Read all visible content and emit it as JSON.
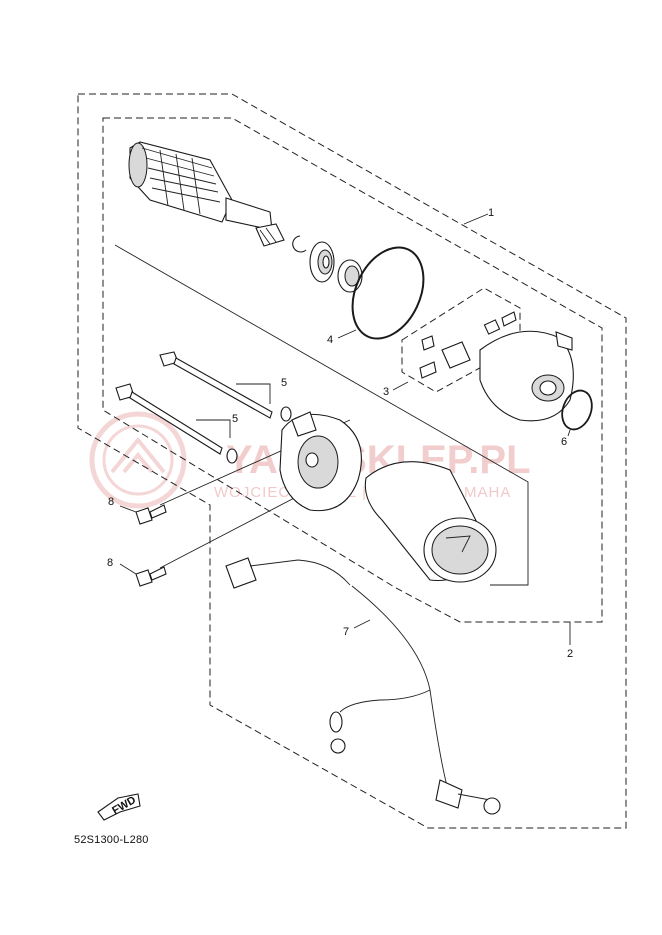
{
  "diagram": {
    "code": "52S1300-L280",
    "fwd_label": "FWD",
    "callouts": [
      {
        "id": "1",
        "label": "1"
      },
      {
        "id": "2",
        "label": "2"
      },
      {
        "id": "3",
        "label": "3"
      },
      {
        "id": "4",
        "label": "4"
      },
      {
        "id": "5a",
        "label": "5"
      },
      {
        "id": "5b",
        "label": "5"
      },
      {
        "id": "6",
        "label": "6"
      },
      {
        "id": "7",
        "label": "7"
      },
      {
        "id": "8a",
        "label": "8"
      },
      {
        "id": "8b",
        "label": "8"
      }
    ]
  },
  "watermark": {
    "brand": "YAMASKLEP.PL",
    "tagline": "WOJCIECHOWICZ | DEALER YAMAHA",
    "color": "#e8a5a5",
    "logo": "tuning-fork-emblem"
  }
}
